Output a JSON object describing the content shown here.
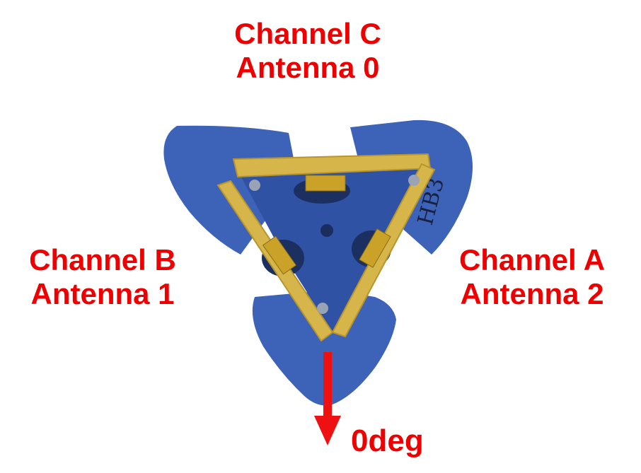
{
  "photo": {
    "colors": {
      "housing": "#3d63b8",
      "housing_dark": "#2a4a93",
      "pcb": "#d6b64a",
      "pcb_edge": "#b8952c",
      "connector": "#c9a227",
      "arrow": "#ee1111"
    },
    "handwriting": "HB3"
  },
  "labels": {
    "channel_c": {
      "line1": "Channel C",
      "line2": "Antenna 0"
    },
    "channel_b": {
      "line1": "Channel B",
      "line2": "Antenna 1"
    },
    "channel_a": {
      "line1": "Channel A",
      "line2": "Antenna 2"
    },
    "direction": "0deg"
  }
}
